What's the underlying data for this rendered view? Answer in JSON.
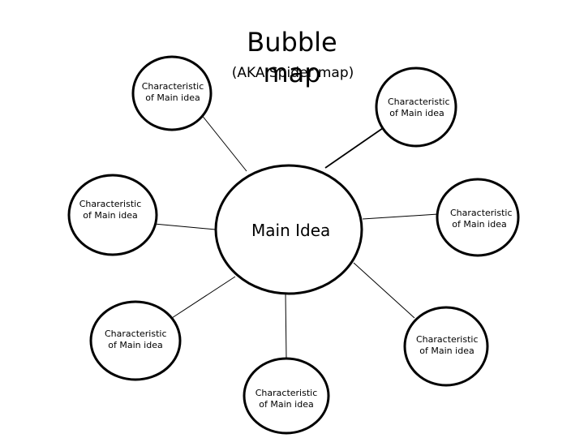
{
  "title": "Bubble map",
  "subtitle": "(AKA Spider map)",
  "center": {
    "label": "Main Idea"
  },
  "nodes": [
    {
      "label": "Characteristic of Main idea"
    },
    {
      "label": "Characteristic of Main idea"
    },
    {
      "label": "Characteristic of Main idea"
    },
    {
      "label": "Characteristic of Main idea"
    },
    {
      "label": "Characteristic of Main idea"
    },
    {
      "label": "Characteristic of Main idea"
    },
    {
      "label": "Characteristic of Main idea"
    }
  ],
  "colors": {
    "stroke": "#000000",
    "fill": "#ffffff",
    "text": "#000000"
  }
}
